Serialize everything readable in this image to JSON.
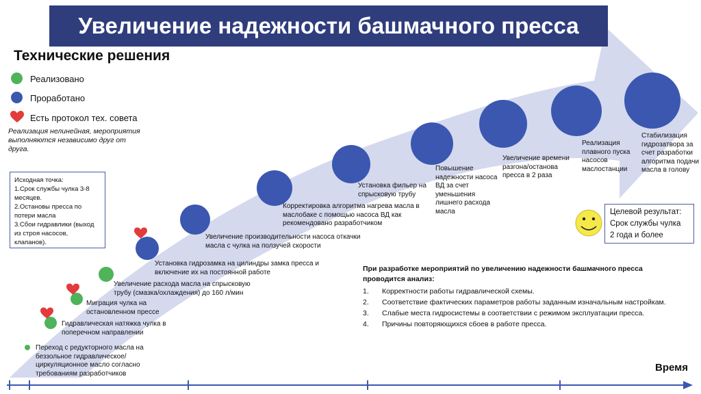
{
  "title": "Увеличение надежности башмачного пресса",
  "subtitle": "Технические решения",
  "legend": [
    {
      "label": "Реализовано",
      "color": "#4fb35a"
    },
    {
      "label": "Проработано",
      "color": "#3b57b0"
    },
    {
      "label": "Есть протокол тех. совета",
      "color": "#e23b3b"
    }
  ],
  "note": "Реализация нелинейная, мероприятия выполняются независимо друг от друга.",
  "start_point": {
    "heading": "Исходная точка:",
    "items": [
      "1.Срок службы чулка 3-8 месяцев.",
      "2.Остановы пресса по потери масла",
      "3.Сбои гидравлики (выход из строя насосов, клапанов)."
    ]
  },
  "goal": {
    "lines": [
      "Целевой результат:",
      "Срок службы чулка",
      "2 года и более"
    ]
  },
  "measures": [
    {
      "label": "Переход с редукторного масла на беззольное гидравлическое/циркуляционное масло согласно требованиям разработчиков",
      "status": "done",
      "protocol": false
    },
    {
      "label": "Гидравлическая натяжка чулка в поперечном направлении",
      "status": "done",
      "protocol": true
    },
    {
      "label": "Миграция чулка на остановленном прессе",
      "status": "done",
      "protocol": true
    },
    {
      "label": "Увеличение расхода масла на спрысковую трубу (смазка/охлаждения) до 160 л/мин",
      "status": "done",
      "protocol": false
    },
    {
      "label": "Установка гидрозамка на цилиндры замка пресса и включение их на постоянной работе",
      "status": "worked",
      "protocol": true
    },
    {
      "label": "Увеличение производительности насоса откачки масла с чулка на ползучей скорости",
      "status": "worked",
      "protocol": false
    },
    {
      "label": "Корректировка алгоритма нагрева масла в маслобаке с помощью насоса ВД как рекомендовано разработчиком",
      "status": "worked",
      "protocol": false
    },
    {
      "label": "Установка фильер на спрысковую трубу",
      "status": "worked",
      "protocol": false
    },
    {
      "label": "Повышение надежности насоса ВД за счет уменьшения лишнего расхода масла",
      "status": "worked",
      "protocol": false
    },
    {
      "label": "Увеличение времени разгона/останова пресса в 2 раза",
      "status": "worked",
      "protocol": false
    },
    {
      "label": "Реализация плавного пуска насосов маслостанции",
      "status": "worked",
      "protocol": false
    },
    {
      "label": "Стабилизация гидрозатвора за счет разработки алгоритма подачи масла в голову",
      "status": "worked",
      "protocol": false
    }
  ],
  "analysis": {
    "heading": "При разработке мероприятий по увеличению надежности башмачного пресса проводится анализ:",
    "items": [
      {
        "num": "1.",
        "text": "Корректности работы гидравлической схемы."
      },
      {
        "num": "2.",
        "text": "Соответствие фактических параметров работы заданным изначальным настройкам."
      },
      {
        "num": "3.",
        "text": "Слабые места гидросистемы в соответствии с режимом эксплуатации пресса."
      },
      {
        "num": "4.",
        "text": "Причины повторяющихся сбоев в работе пресса."
      }
    ]
  },
  "axis_label": "Время",
  "colors": {
    "title_bg": "#2f3d7c",
    "arrow": "#d4d9ee",
    "done": "#4fb35a",
    "worked": "#3b57b0",
    "heart": "#e23b3b",
    "axis": "#3b57b0",
    "smiley": "#f5e94a"
  }
}
